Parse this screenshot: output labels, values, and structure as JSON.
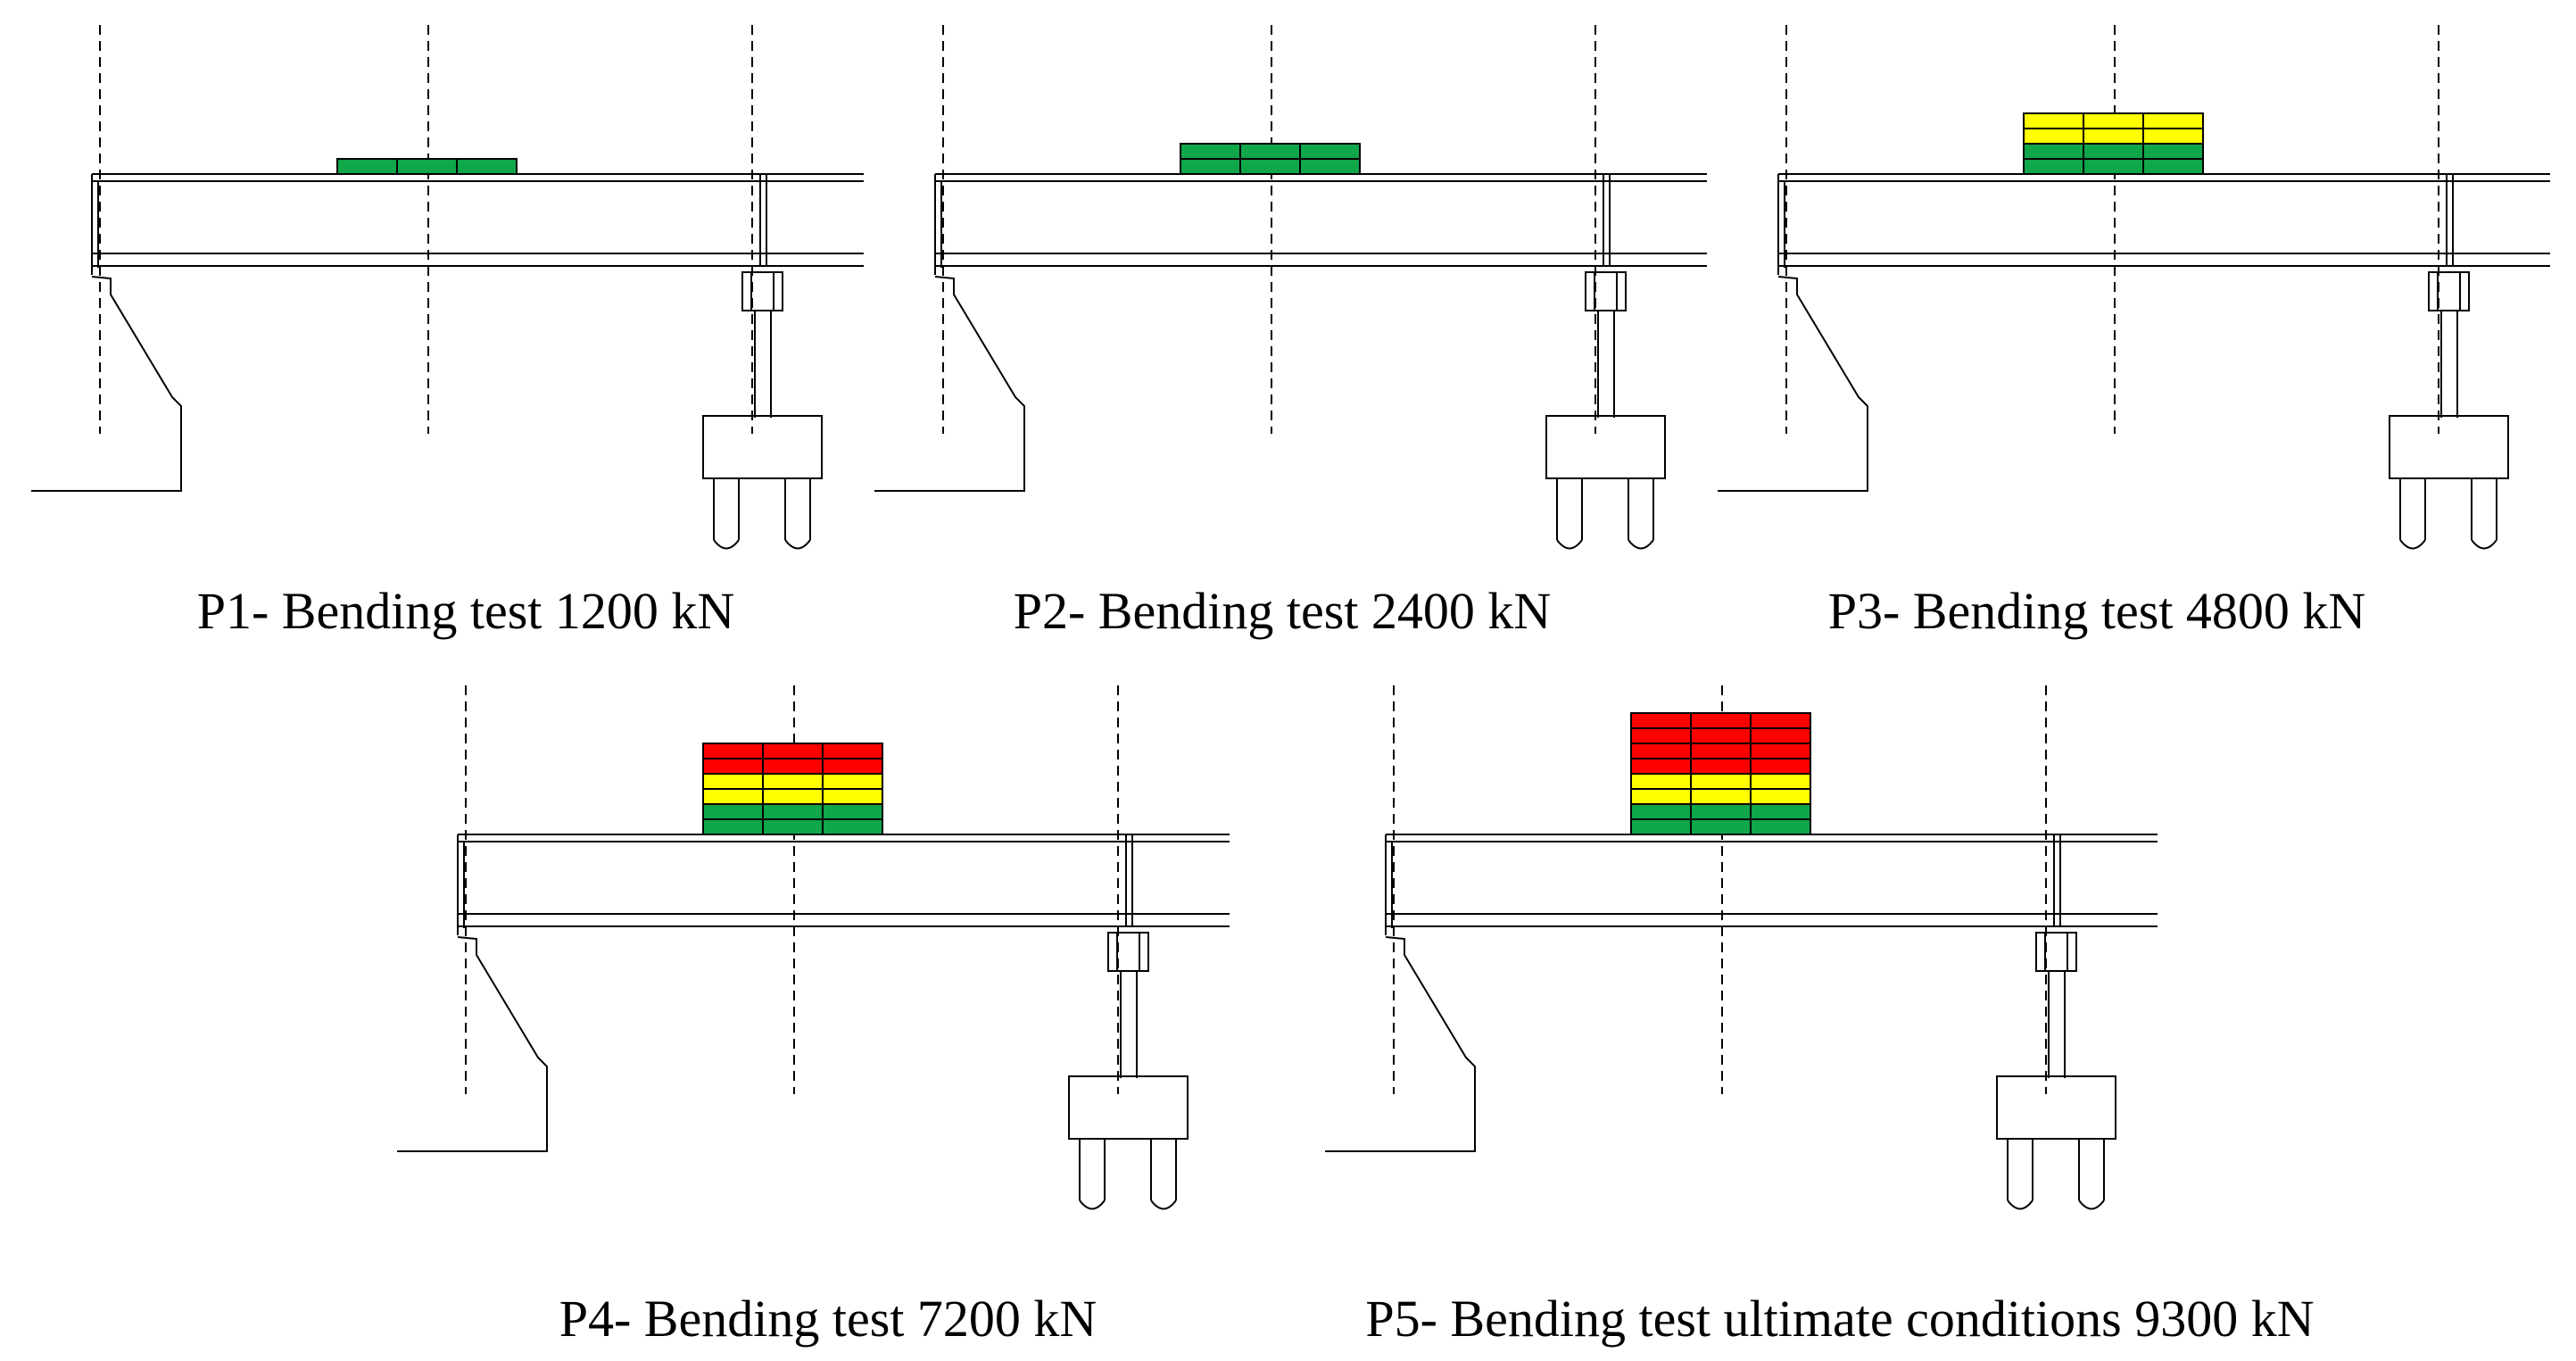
{
  "colors": {
    "green": "#10A64A",
    "yellow": "#FFFF00",
    "red": "#FF0000",
    "line": "#000000"
  },
  "panels": [
    {
      "id": "p1",
      "caption": "P1- Bending test 1200 kN",
      "load_layers": [
        "green"
      ]
    },
    {
      "id": "p2",
      "caption": "P2- Bending test 2400 kN",
      "load_layers": [
        "green",
        "green"
      ]
    },
    {
      "id": "p3",
      "caption": "P3- Bending test 4800 kN",
      "load_layers": [
        "green",
        "green",
        "yellow",
        "yellow"
      ]
    },
    {
      "id": "p4",
      "caption": "P4- Bending test 7200 kN",
      "load_layers": [
        "green",
        "green",
        "yellow",
        "yellow",
        "red",
        "red"
      ]
    },
    {
      "id": "p5",
      "caption": "P5- Bending test ultimate conditions 9300 kN",
      "load_layers": [
        "green",
        "green",
        "yellow",
        "yellow",
        "red",
        "red",
        "red",
        "red"
      ]
    }
  ]
}
